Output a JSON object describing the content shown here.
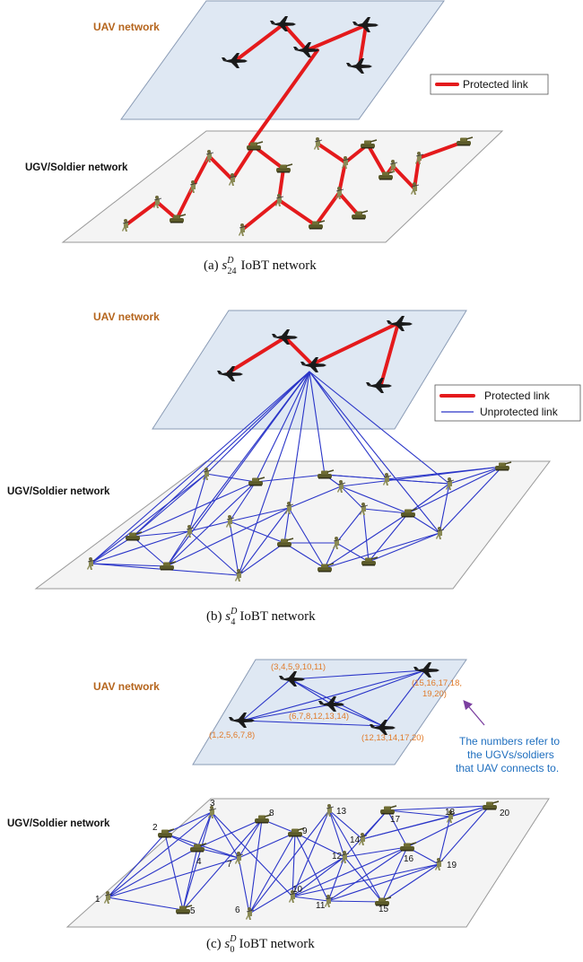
{
  "panel_a": {
    "uav_label": "UAV network",
    "ugv_label": "UGV/Soldier network",
    "legend_protected": "Protected link",
    "caption_prefix": "(a) ",
    "caption_sym": "s",
    "caption_sup": "D",
    "caption_sub": "24",
    "caption_suffix": "IoBT network"
  },
  "panel_b": {
    "uav_label": "UAV network",
    "ugv_label": "UGV/Soldier network",
    "legend_protected": "Protected link",
    "legend_unprotected": "Unprotected link",
    "caption_prefix": "(b) ",
    "caption_sym": "s",
    "caption_sup": "D",
    "caption_sub": "4",
    "caption_suffix": "IoBT network"
  },
  "panel_c": {
    "uav_label": "UAV network",
    "ugv_label": "UGV/Soldier network",
    "uav_sets": [
      "(3,4,5,9,10,11)",
      "(15,16,17,18,",
      "19,20)",
      "(6,7,8,12,13,14)",
      "(1,2,5,6,7,8)",
      "(12,13,14,17,20)"
    ],
    "note_lines": [
      "The numbers refer to",
      "the UGVs/soldiers",
      "that UAV connects to."
    ],
    "node_numbers": [
      "1",
      "2",
      "3",
      "4",
      "5",
      "6",
      "7",
      "8",
      "9",
      "10",
      "11",
      "12",
      "13",
      "14",
      "15",
      "16",
      "17",
      "18",
      "19",
      "20"
    ],
    "caption_prefix": "(c) ",
    "caption_sym": "s",
    "caption_sup": "D",
    "caption_sub": "0",
    "caption_suffix": "IoBT network"
  },
  "colors": {
    "protected": "#e41a1c",
    "unprotected": "#2a35c8",
    "uav_plane": "#dfe8f3",
    "ugv_plane": "#f4f4f4",
    "uav_label": "#b5651d",
    "note": "#1f6fbf",
    "sets": "#e07b2a"
  },
  "icons": [
    "jet-icon",
    "tank-icon",
    "soldier-icon",
    "arrow-icon"
  ]
}
